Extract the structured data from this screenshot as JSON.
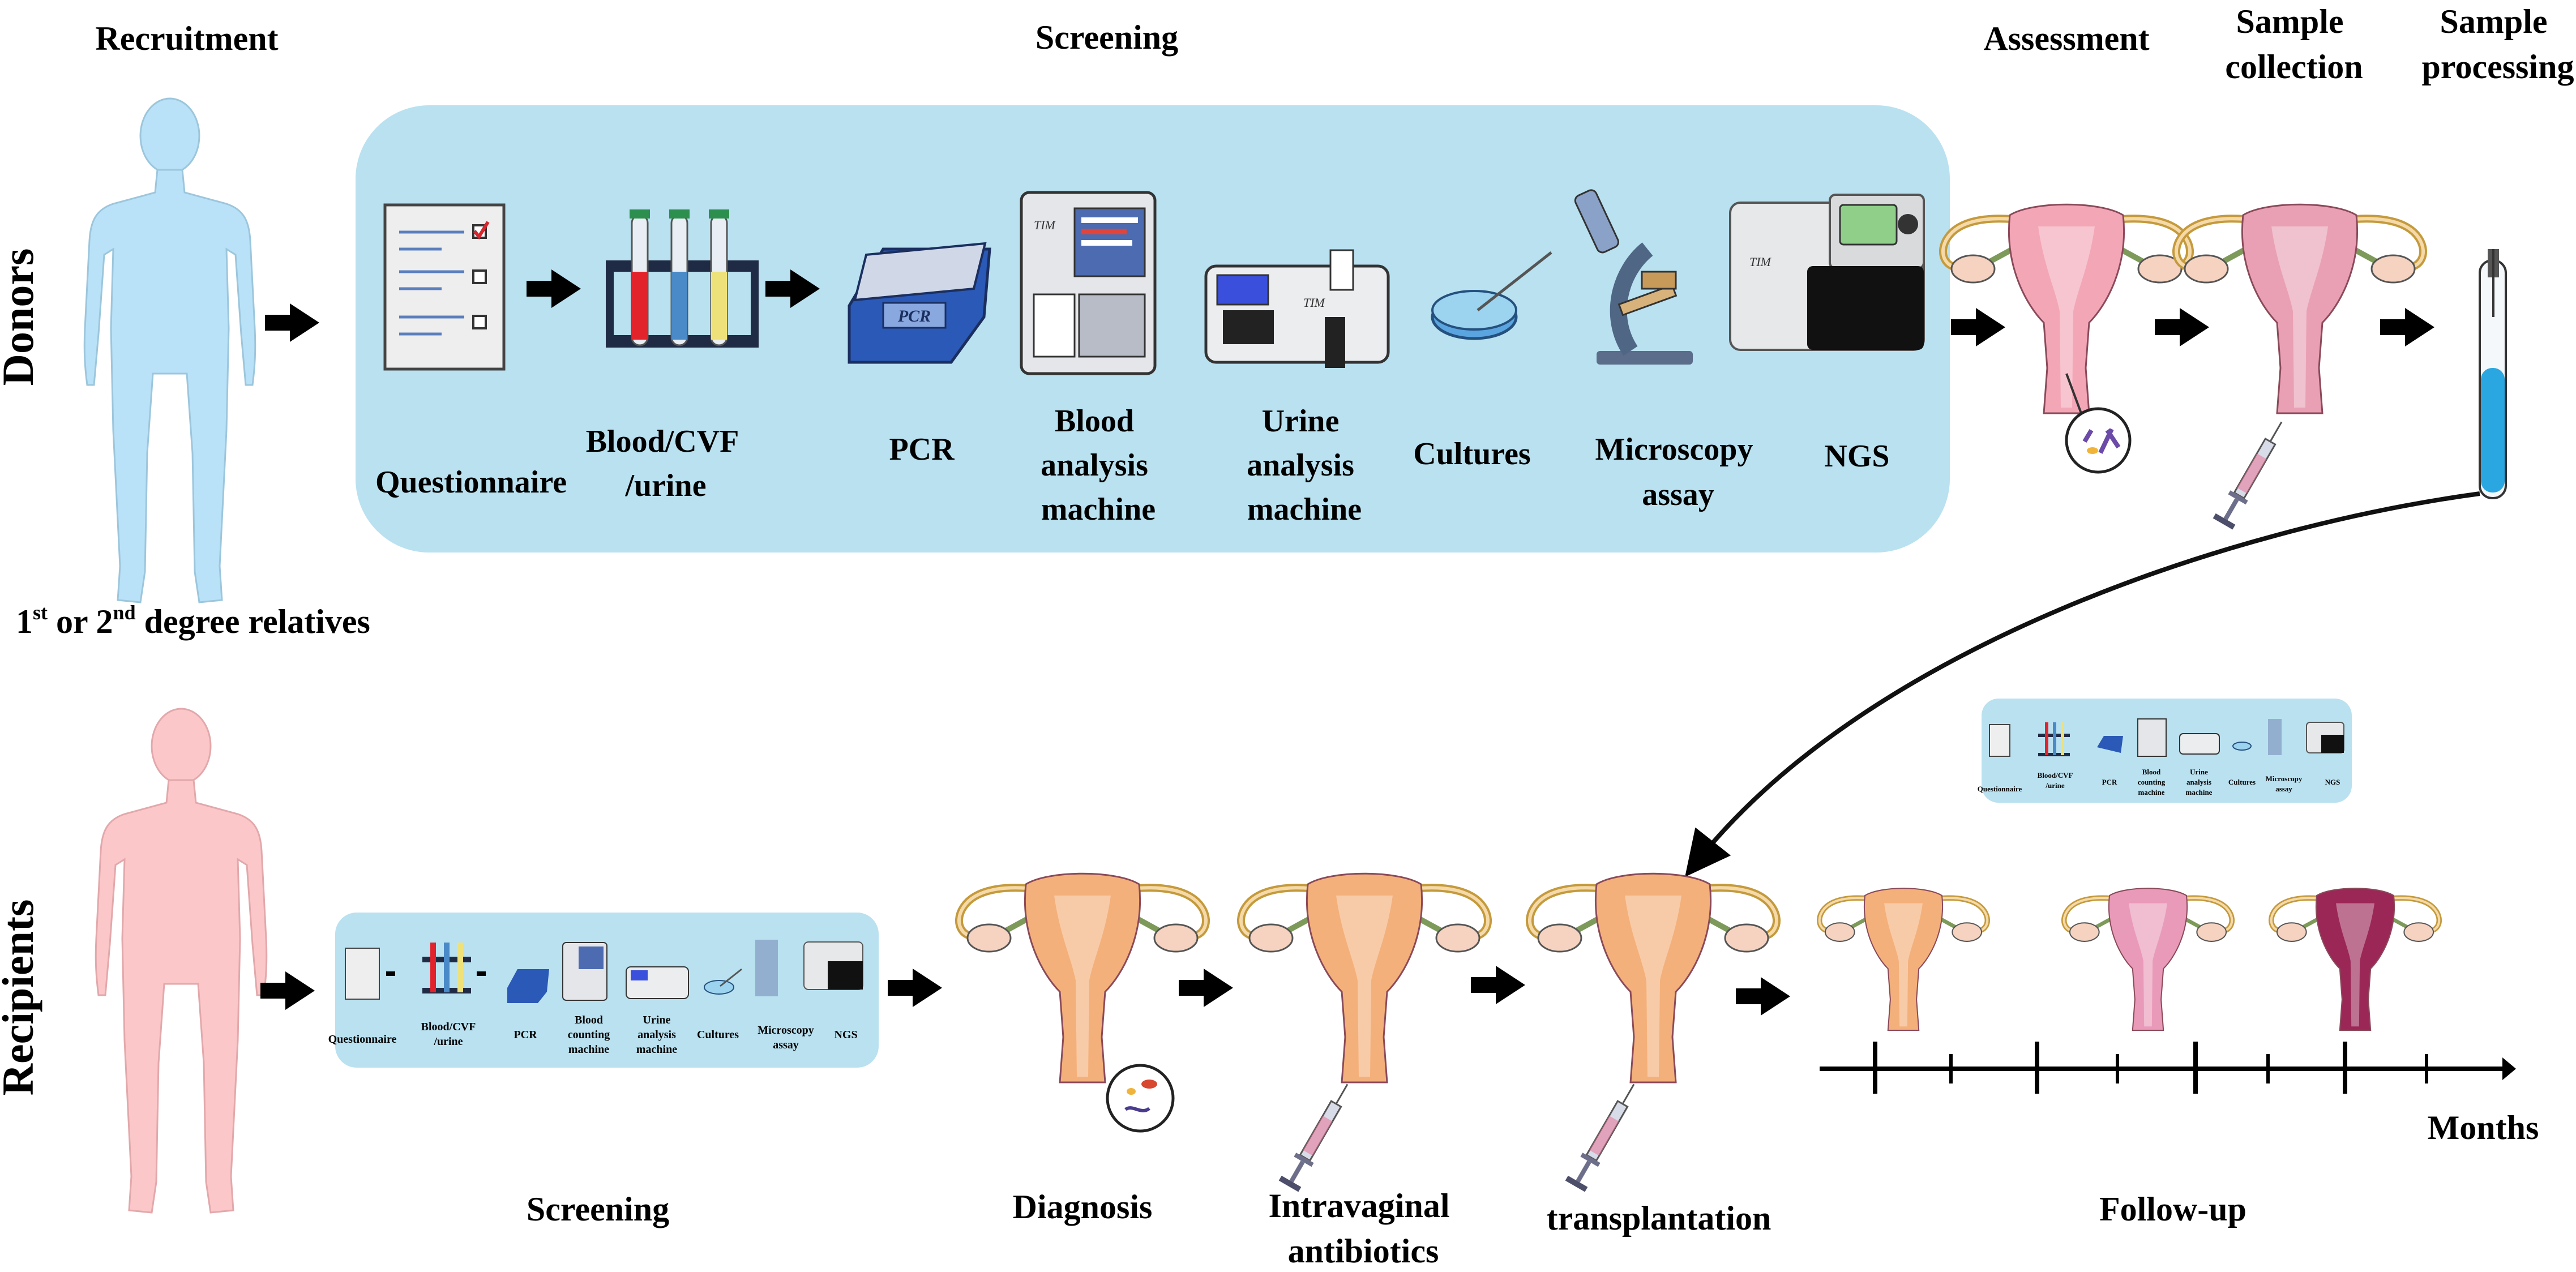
{
  "row_labels": {
    "donors": "Donors",
    "recipients": "Recipients"
  },
  "donor_stage_headers": {
    "recruitment": "Recruitment",
    "screening": "Screening",
    "assessment": "Assessment",
    "sample_collection": [
      "Sample",
      "collection"
    ],
    "sample_processing": [
      "Sample",
      "processing"
    ]
  },
  "relatives_label": {
    "first": "1",
    "first_sup": "st",
    "middle": " or 2",
    "second_sup": "nd",
    "end": " degree relatives"
  },
  "donor_screening_items": {
    "questionnaire": [
      "Questionnaire"
    ],
    "blood_cvf_urine": [
      "Blood/CVF",
      "/urine"
    ],
    "pcr": [
      "PCR"
    ],
    "blood_analysis": [
      "Blood",
      "analysis",
      "machine"
    ],
    "urine_analysis": [
      "Urine",
      "analysis",
      "machine"
    ],
    "cultures": [
      "Cultures"
    ],
    "microscopy": [
      "Microscopy",
      "assay"
    ],
    "ngs": [
      "NGS"
    ]
  },
  "instrument_marks": {
    "pcr": "PCR",
    "tim": "TIM"
  },
  "recipient_screening_items": {
    "questionnaire": [
      "Questionnaire"
    ],
    "blood_cvf_urine": [
      "Blood/CVF",
      "/urine"
    ],
    "pcr": [
      "PCR"
    ],
    "blood_counting": [
      "Blood",
      "counting",
      "machine"
    ],
    "urine_analysis": [
      "Urine",
      "analysis",
      "machine"
    ],
    "cultures": [
      "Cultures"
    ],
    "microscopy": [
      "Microscopy",
      "assay"
    ],
    "ngs": [
      "NGS"
    ]
  },
  "followup_screening_items": {
    "questionnaire": [
      "Questionnaire"
    ],
    "blood_cvf_urine": [
      "Blood/CVF",
      "/urine"
    ],
    "pcr": [
      "PCR"
    ],
    "blood_counting": [
      "Blood",
      "counting",
      "machine"
    ],
    "urine_analysis": [
      "Urine",
      "analysis",
      "machine"
    ],
    "cultures": [
      "Cultures"
    ],
    "microscopy": [
      "Microscopy",
      "assay"
    ],
    "ngs": [
      "NGS"
    ]
  },
  "recipient_stages": {
    "screening": "Screening",
    "diagnosis": "Diagnosis",
    "antibiotics": [
      "Intravaginal",
      "antibiotics"
    ],
    "transplantation": "transplantation",
    "followup": "Follow-up",
    "months": "Months"
  },
  "colors": {
    "panel": "#b9e1f0",
    "donor_body": "#b9e1f7",
    "recipient_body": "#fbc7c9",
    "uterus_pink": "#f3a6b6",
    "uterus_orange": "#f4b07a",
    "uterus_dark": "#9b2757",
    "ovary": "#f5d3c0",
    "tube_green": "#7d9a5a",
    "tube_liquid": "#2aa7e0"
  }
}
